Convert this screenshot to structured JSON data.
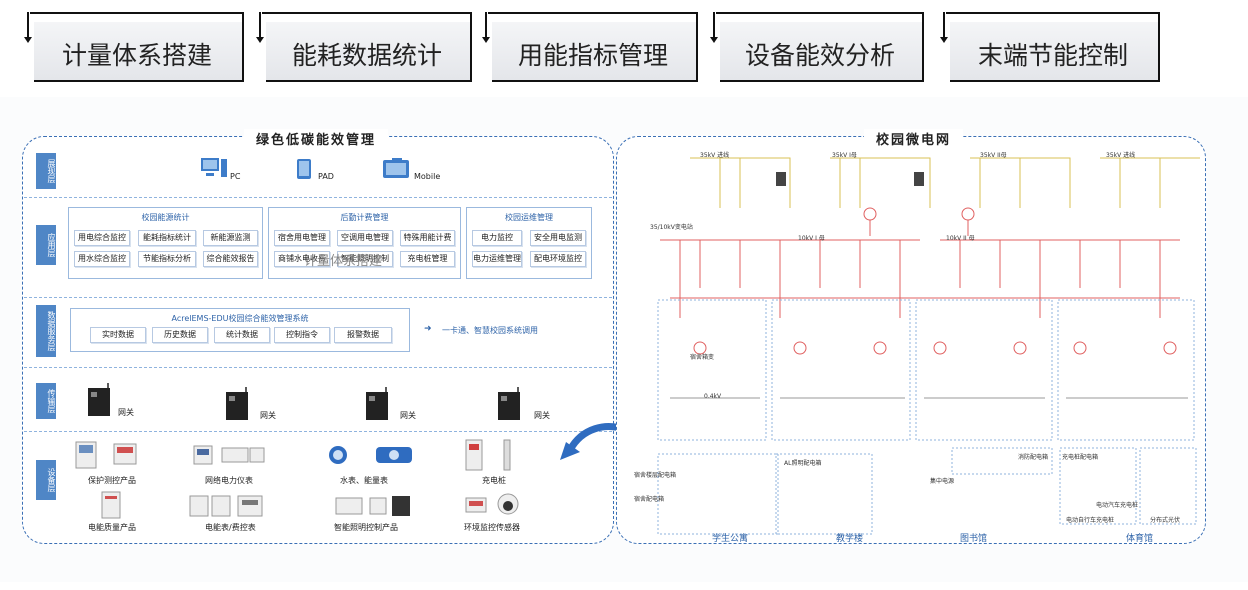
{
  "tabs": [
    "计量体系搭建",
    "能耗数据统计",
    "用能指标管理",
    "设备能效分析",
    "末端节能控制"
  ],
  "left": {
    "title": "绿色低碳能效管理",
    "layers": [
      "展现层",
      "应用层",
      "数据服务层",
      "传输层",
      "设备层"
    ],
    "display": [
      "PC",
      "PAD",
      "Mobile"
    ],
    "app_groups": [
      {
        "title": "校园能源统计",
        "items": [
          "用电综合监控",
          "能耗指标统计",
          "新能源监测",
          "用水综合监控",
          "节能指标分析",
          "综合能效报告"
        ]
      },
      {
        "title": "后勤计费管理",
        "items": [
          "宿舍用电管理",
          "空调用电管理",
          "特殊用能计费",
          "商铺水电收费",
          "智能照明控制",
          "充电桩管理"
        ]
      },
      {
        "title": "校园运维管理",
        "items": [
          "电力监控",
          "安全用电监测",
          "电力运维管理",
          "配电环境监控"
        ]
      }
    ],
    "overlay_text": "计量体系搭建",
    "data_service": {
      "title": "AcrelEMS-EDU校园综合能效管理系统",
      "items": [
        "实时数据",
        "历史数据",
        "统计数据",
        "控制指令",
        "报警数据"
      ],
      "link": "一卡通、智慧校园系统调用"
    },
    "gateway_label": "网关",
    "devices_row1": [
      "保护测控产品",
      "网络电力仪表",
      "水表、能量表",
      "充电桩"
    ],
    "devices_row2": [
      "电能质量产品",
      "电能表/费控表",
      "智能照明控制产品",
      "环境监控传感器"
    ]
  },
  "right": {
    "title": "校园微电网",
    "feeders": [
      "35kV 进线",
      "35kV I母",
      "35kV II母",
      "35kV 进线"
    ],
    "substation": "35/10kV变电站",
    "bus": [
      "10kV I 母",
      "10kV II 母"
    ],
    "labels": [
      "宿舍箱变",
      "0.4kV",
      "宿舍楼层配电箱",
      "宿舍配电箱",
      "AL照明配电箱",
      "消防配电箱",
      "集中电源",
      "充电桩配电箱",
      "电动自行车充电桩",
      "电动汽车充电桩",
      "分布式光伏"
    ],
    "buildings": [
      "学生公寓",
      "教学楼",
      "图书馆",
      "体育馆"
    ]
  },
  "colors": {
    "accent": "#3a6fb5",
    "layer_tag": "#4f86c6",
    "power_red": "#e06060",
    "power_yellow": "#d9c256"
  }
}
